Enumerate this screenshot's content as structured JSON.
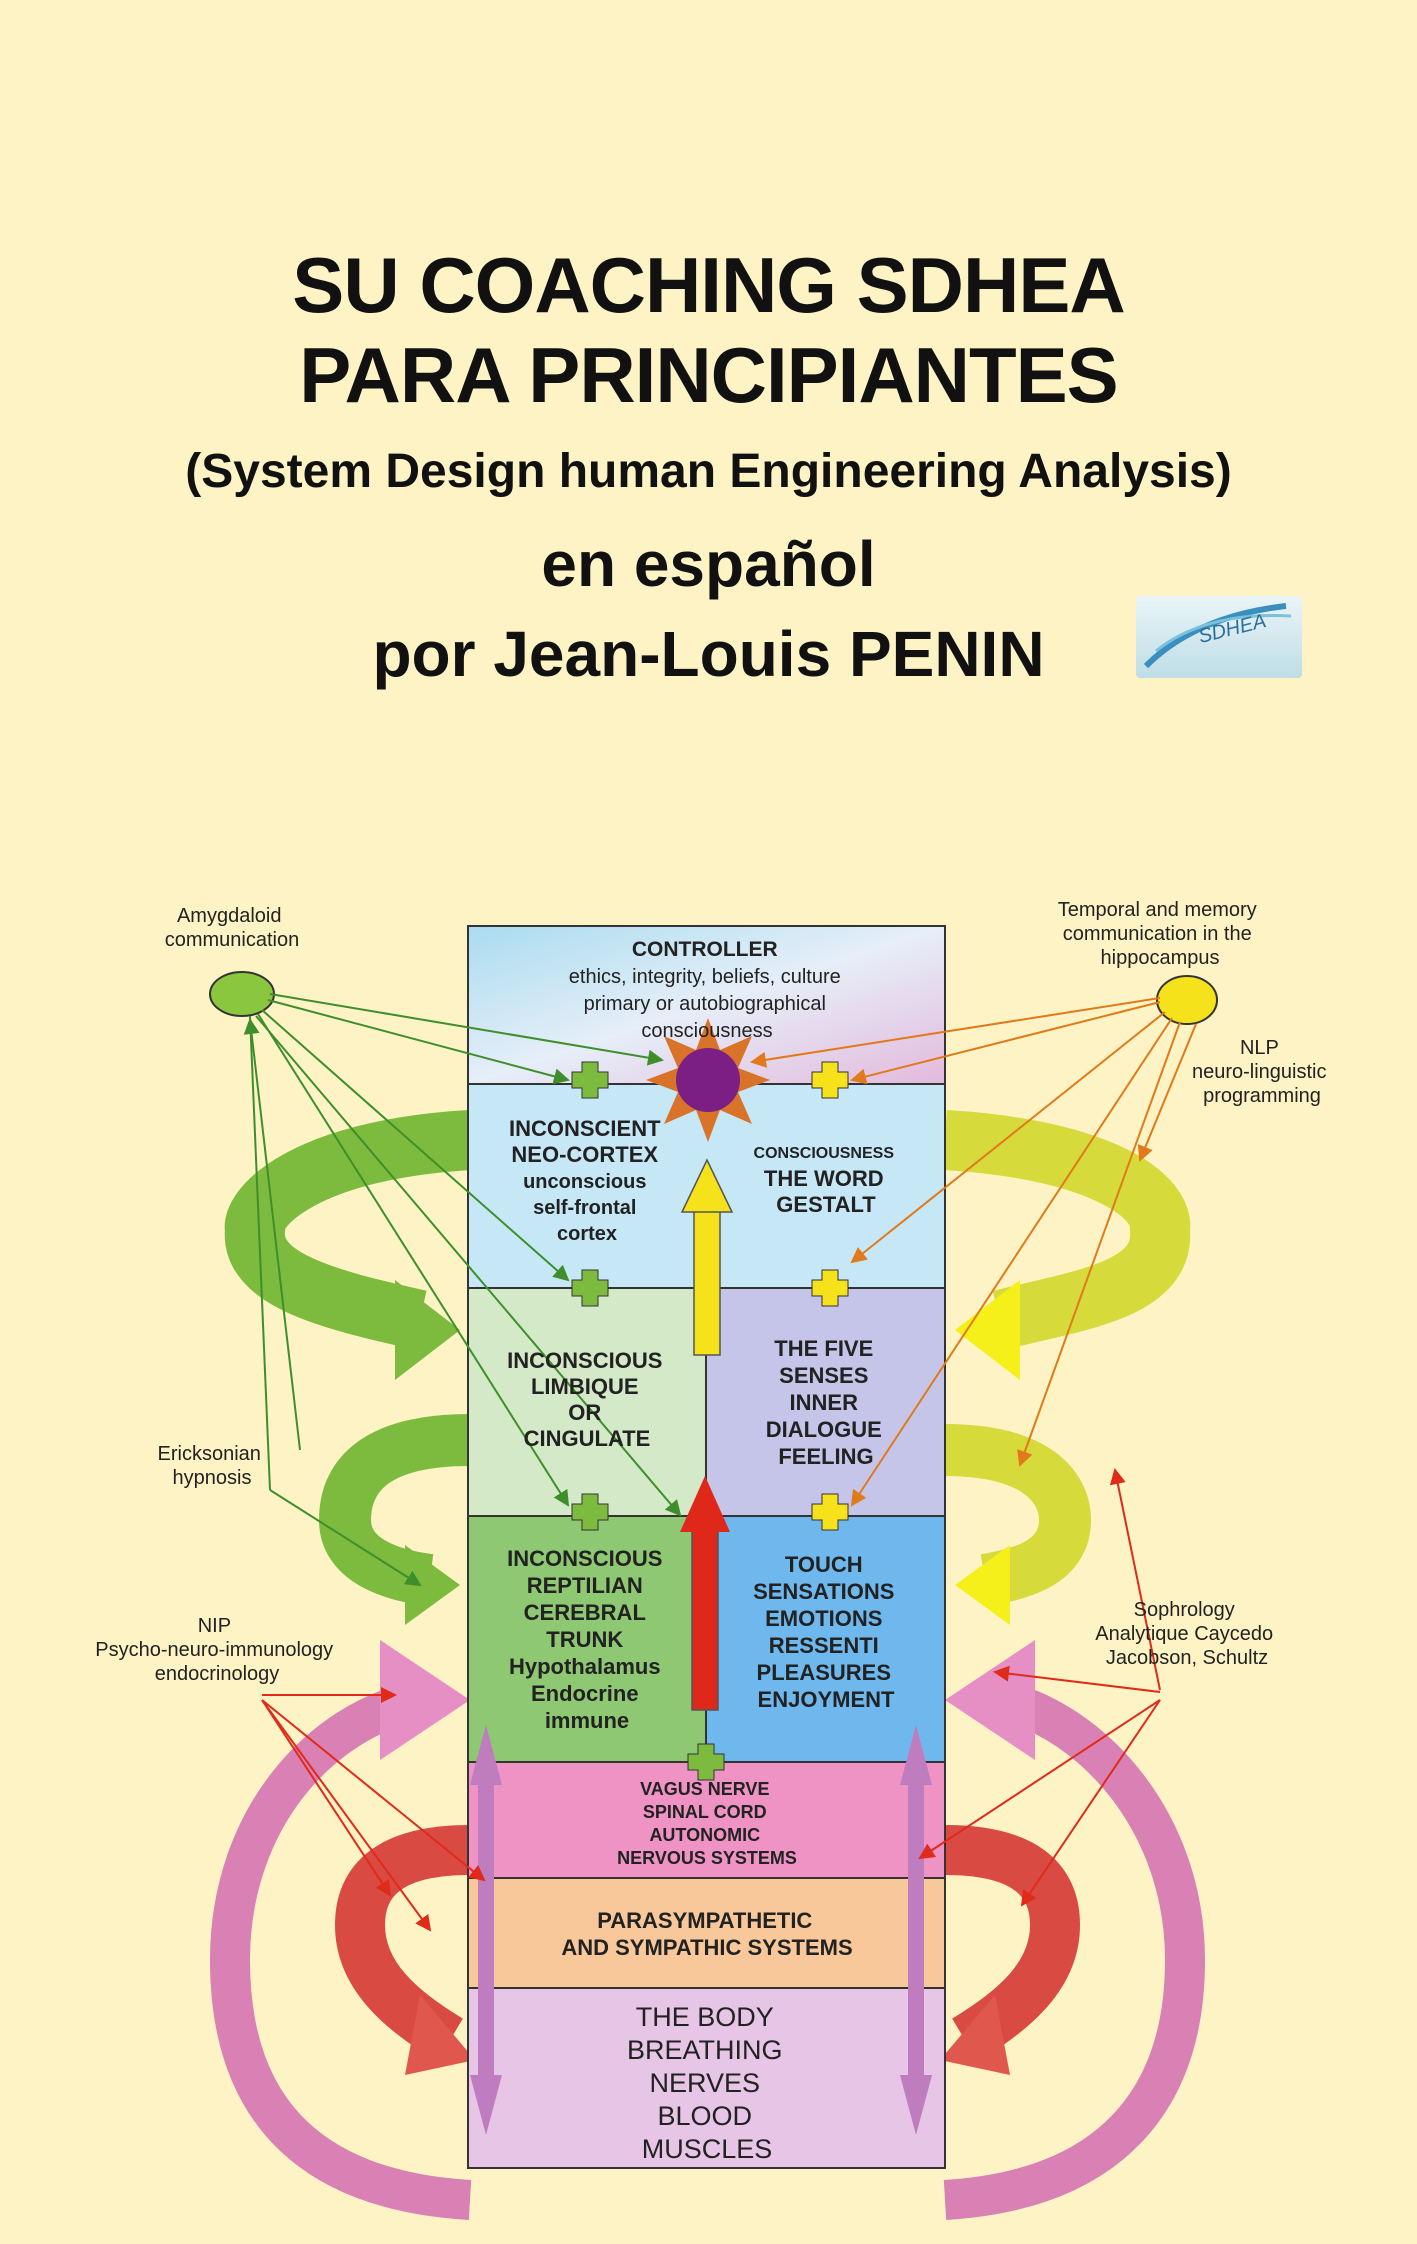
{
  "title": {
    "line1": "SU COACHING SDHEA",
    "line2": "PARA PRINCIPIANTES",
    "subtitle": "(System Design human Engineering Analysis)",
    "language": "en español",
    "author": "por Jean-Louis PENIN"
  },
  "logo": {
    "text": "SDHEA"
  },
  "diagram": {
    "controller": [
      "CONTROLLER",
      "ethics, integrity, beliefs, culture",
      "primary or autobiographical",
      "consciousness"
    ],
    "neocortex": [
      "INCONSCIENT",
      "NEO-CORTEX",
      "unconscious",
      "self-frontal",
      "cortex"
    ],
    "word": [
      "CONSCIOUSNESS",
      "THE WORD",
      "GESTALT"
    ],
    "limbic": [
      "INCONSCIOUS",
      "LIMBIQUE",
      "OR",
      "CINGULATE"
    ],
    "senses": [
      "THE FIVE",
      "SENSES",
      "INNER",
      "DIALOGUE",
      "FEELING"
    ],
    "reptilian": [
      "INCONSCIOUS",
      "REPTILIAN",
      "CEREBRAL",
      "TRUNK",
      "Hypothalamus",
      "Endocrine",
      "immune"
    ],
    "touch": [
      "TOUCH",
      "SENSATIONS",
      "EMOTIONS",
      "RESSENTI",
      "PLEASURES",
      "ENJOYMENT"
    ],
    "vagus": [
      "VAGUS NERVE",
      "SPINAL CORD",
      "AUTONOMIC",
      "NERVOUS SYSTEMS"
    ],
    "parasym": [
      "PARASYMPATHETIC",
      "AND SYMPATHIC SYSTEMS"
    ],
    "body": [
      "THE BODY",
      "BREATHING",
      "NERVES",
      "BLOOD",
      "MUSCLES"
    ],
    "labels": {
      "amygdaloid": [
        "Amygdaloid",
        "communication"
      ],
      "temporal": [
        "Temporal and memory",
        "communication in the",
        "hippocampus"
      ],
      "nlp": [
        "NLP",
        "neuro-linguistic",
        "programming"
      ],
      "ericksonian": [
        "Ericksonian",
        "hypnosis"
      ],
      "nip": [
        "NIP",
        "Psycho-neuro-immunology",
        "endocrinology"
      ],
      "sophrology": [
        "Sophrology",
        "Analytique Caycedo",
        "Jacobson, Schultz"
      ]
    }
  }
}
